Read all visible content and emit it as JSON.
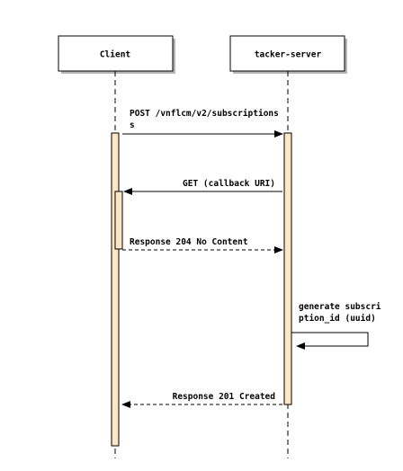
{
  "participants": [
    {
      "id": "client",
      "label": "Client"
    },
    {
      "id": "server",
      "label": "tacker-server"
    }
  ],
  "messages": [
    {
      "id": "post",
      "from": "client",
      "to": "server",
      "style": "solid",
      "lines": [
        "POST /vnflcm/v2/subscriptions",
        "s"
      ]
    },
    {
      "id": "get",
      "from": "server",
      "to": "client",
      "style": "solid",
      "lines": [
        "GET (callback URI)"
      ]
    },
    {
      "id": "resp204",
      "from": "client",
      "to": "server",
      "style": "dashed",
      "lines": [
        "Response 204 No Content"
      ]
    },
    {
      "id": "selfnote",
      "from": "server",
      "to": "server",
      "style": "solid",
      "lines": [
        "generate subscri",
        "ption_id (uuid)"
      ]
    },
    {
      "id": "resp201",
      "from": "server",
      "to": "client",
      "style": "dashed",
      "lines": [
        "Response 201 Created"
      ]
    }
  ],
  "colors": {
    "activation_fill": "#fde6c6",
    "line": "#000000",
    "box_fill": "#ffffff"
  }
}
